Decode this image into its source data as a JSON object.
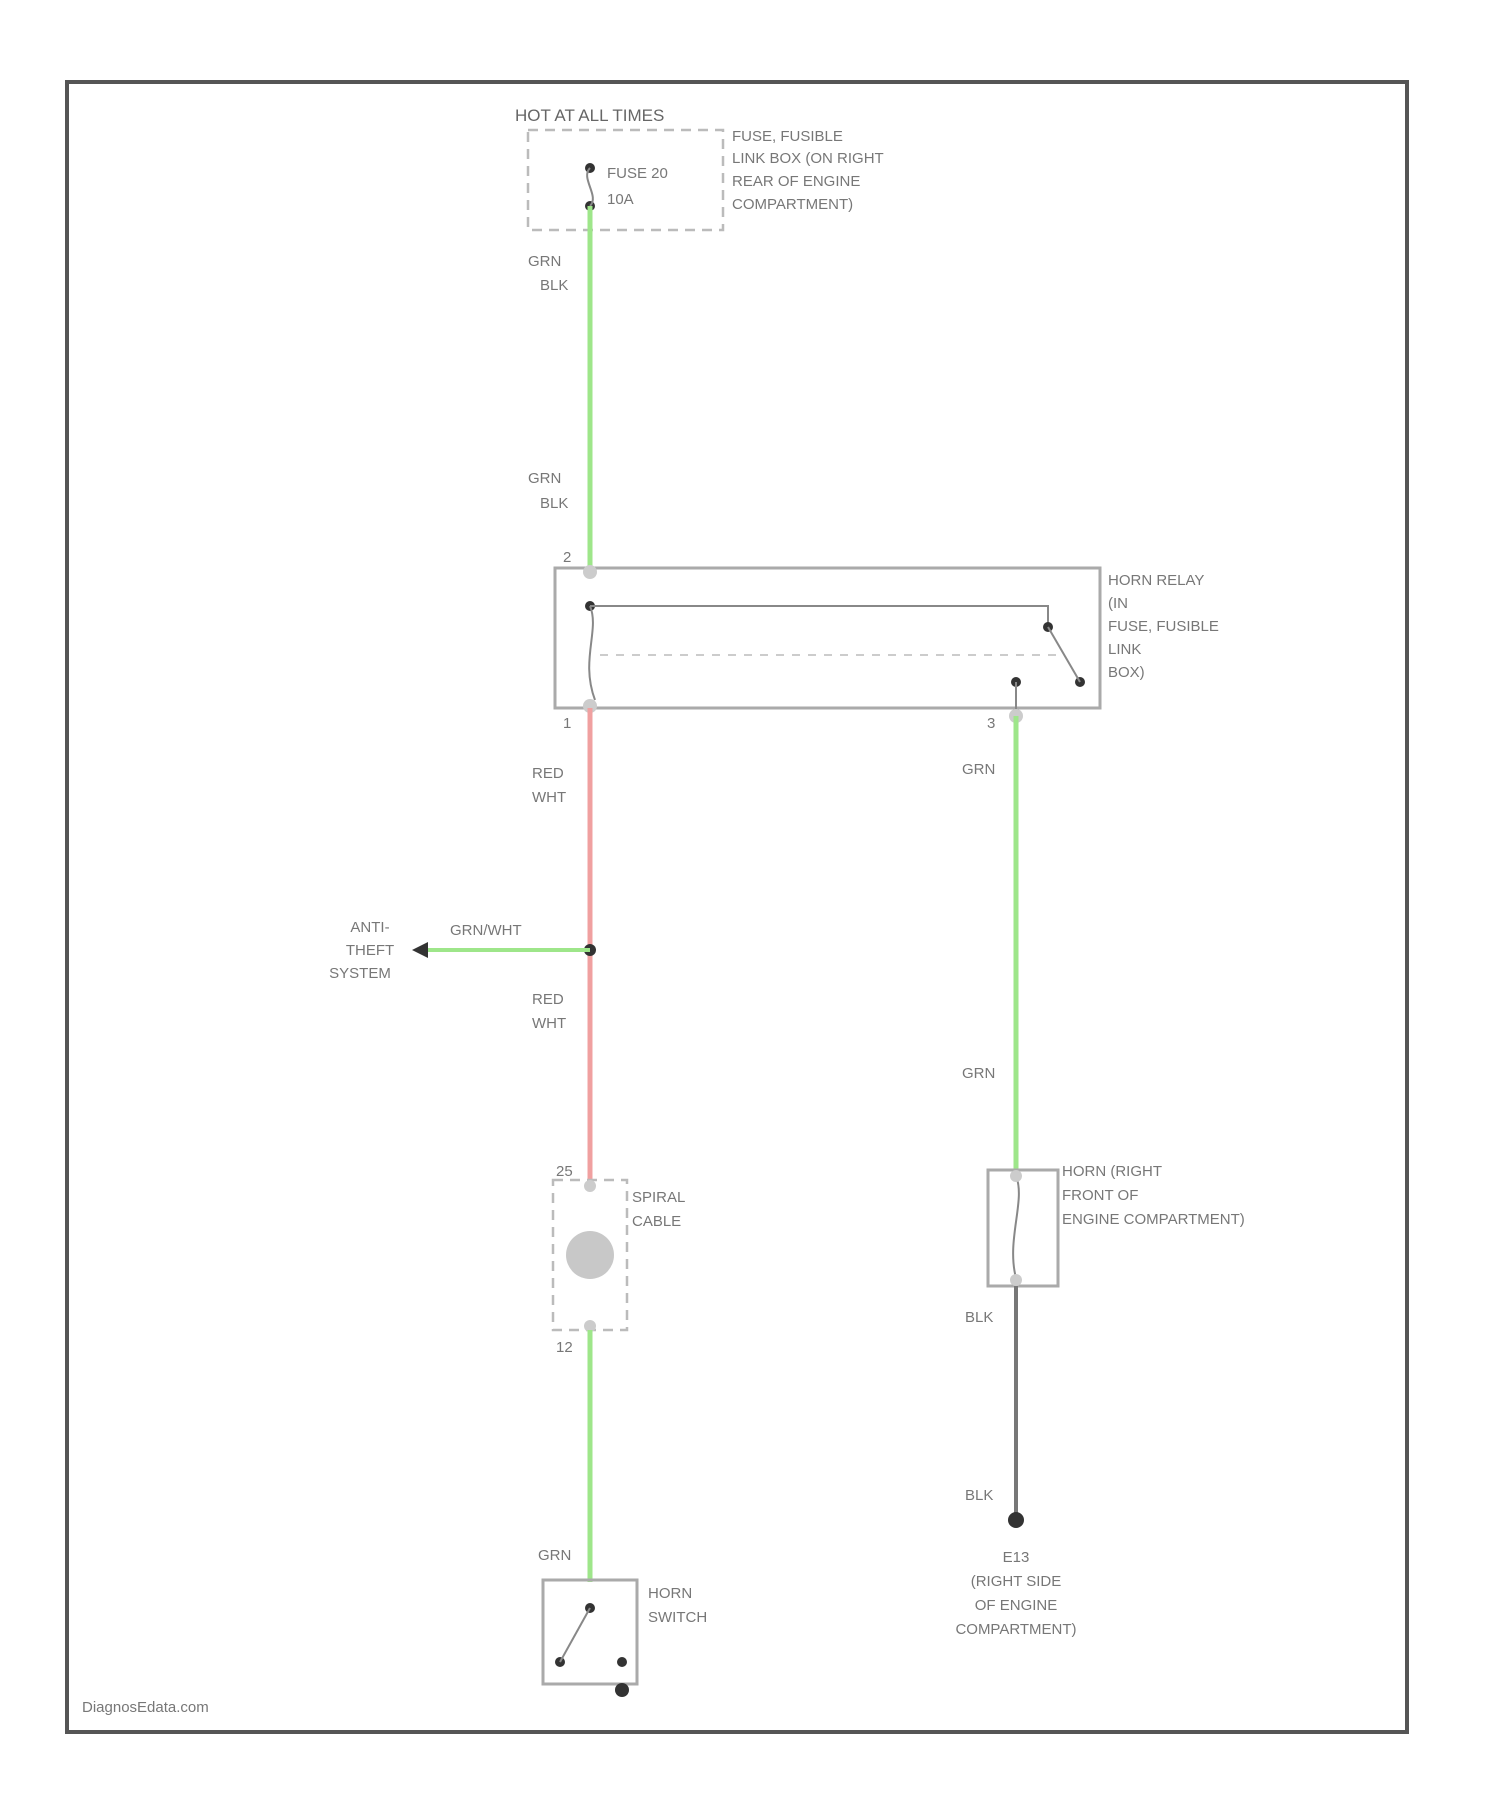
{
  "colors": {
    "wire_green": "#9ee68a",
    "wire_red": "#f0a0a0",
    "wire_black": "#777777",
    "frame": "#555555"
  },
  "power_source": {
    "label": "HOT AT ALL TIMES",
    "fuse_label": [
      "FUSE 20",
      "10A"
    ],
    "fuse_box_label": [
      "FUSE, FUSIBLE",
      "LINK BOX (ON RIGHT",
      "REAR OF ENGINE",
      "COMPARTMENT)"
    ]
  },
  "wires": {
    "fuse_to_relay_top": [
      "GRN",
      "BLK"
    ],
    "fuse_to_relay_bottom": [
      "GRN",
      "BLK"
    ],
    "relay_to_junction": [
      "RED",
      "WHT"
    ],
    "junction_to_spiral": [
      "RED",
      "WHT"
    ],
    "anti_theft_wire": "GRN/WHT",
    "relay_to_horn_top": "GRN",
    "relay_to_horn_bottom": "GRN",
    "spiral_to_switch": "GRN",
    "horn_to_ground_top": "BLK",
    "horn_to_ground_bottom": "BLK"
  },
  "relay": {
    "label": [
      "HORN RELAY",
      "(IN",
      "FUSE, FUSIBLE",
      "LINK",
      "BOX)"
    ],
    "pins": {
      "top_left": "2",
      "bottom_left": "1",
      "bottom_right": "3"
    }
  },
  "anti_theft": {
    "label": [
      "ANTI-",
      "THEFT",
      "SYSTEM"
    ]
  },
  "spiral_cable": {
    "label": [
      "SPIRAL",
      "CABLE"
    ],
    "pin_top": "25",
    "pin_bottom": "12"
  },
  "horn": {
    "label": [
      "HORN (RIGHT",
      "FRONT OF",
      "ENGINE COMPARTMENT)"
    ]
  },
  "ground": {
    "label": [
      "E13",
      "(RIGHT SIDE",
      "OF ENGINE",
      "COMPARTMENT)"
    ]
  },
  "horn_switch": {
    "label": [
      "HORN",
      "SWITCH"
    ]
  },
  "watermark": "DiagnosEdata.com"
}
